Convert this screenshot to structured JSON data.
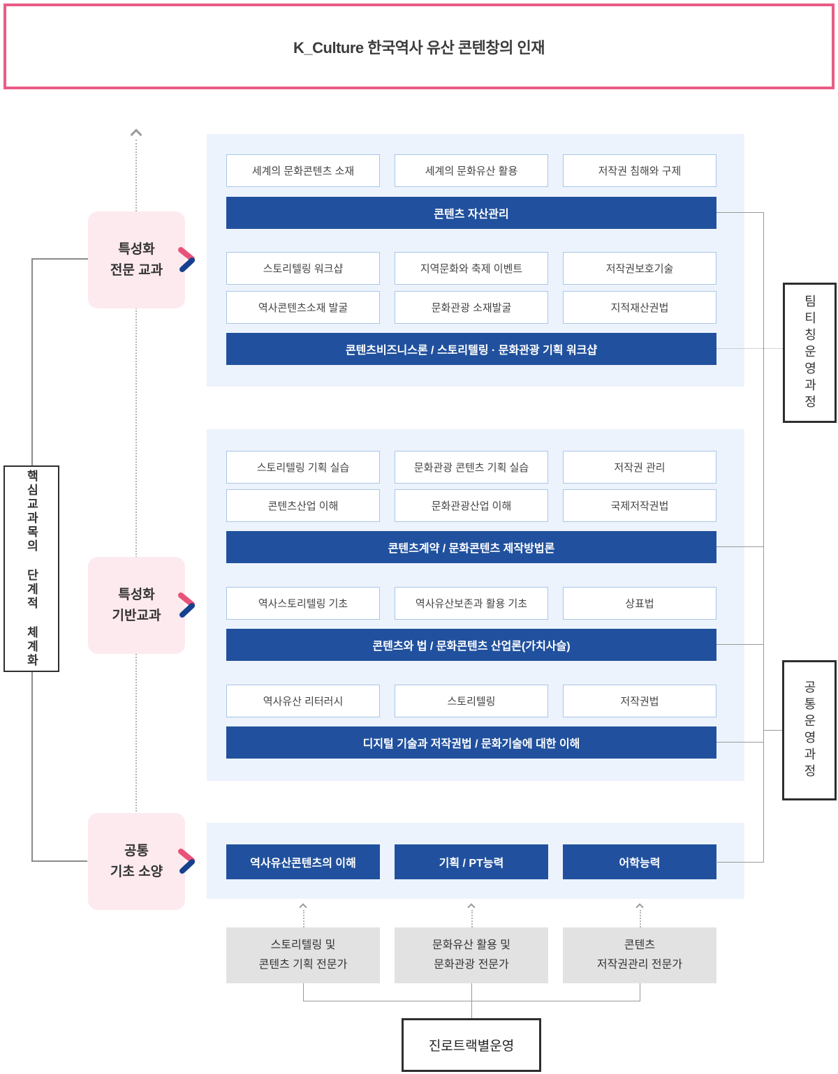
{
  "title": "K_Culture 한국역사 유산 콘텐창의 인재",
  "left_axis": {
    "label": "핵심교과목의 단계적 체계화",
    "stages": [
      {
        "label": "특성화\n전문 교과"
      },
      {
        "label": "특성화\n기반교과"
      },
      {
        "label": "공통\n기초 소양"
      }
    ]
  },
  "specialized_advanced": {
    "rows": [
      [
        "세계의 문화콘텐츠 소재",
        "세계의 문화유산 활용",
        "저작권 침해와 구제"
      ],
      [
        "스토리텔링 워크샵",
        "지역문화와 축제 이벤트",
        "저작권보호기술"
      ],
      [
        "역사콘텐츠소재 발굴",
        "문화관광 소재발굴",
        "지적재산권법"
      ]
    ],
    "banners": [
      "콘텐츠 자산관리",
      "콘텐츠비즈니스론 / 스토리텔링 · 문화관광 기획 워크샵"
    ]
  },
  "specialized_foundation": {
    "rows": [
      [
        "스토리텔링 기획 실습",
        "문화관광 콘텐츠 기획 실습",
        "저작권 관리"
      ],
      [
        "콘텐츠산업 이해",
        "문화관광산업 이해",
        "국제저작권법"
      ],
      [
        "역사스토리텔링 기초",
        "역사유산보존과 활용 기초",
        "상표법"
      ],
      [
        "역사유산 리터러시",
        "스토리텔링",
        "저작권법"
      ]
    ],
    "banners": [
      "콘텐츠계약 / 문화콘텐츠 제작방법론",
      "콘텐츠와 법 / 문화콘텐츠 산업론(가치사슬)",
      "디지털 기술과 저작권법 / 문화기술에 대한 이해"
    ]
  },
  "common_basics": {
    "boxes": [
      "역사유산콘텐츠의 이해",
      "기획 / PT능력",
      "어학능력"
    ]
  },
  "right_rail": {
    "team_teaching": "팀티칭운영과정",
    "common_operation": "공통운영과정"
  },
  "careers": {
    "tracks": [
      "스토리텔링 및\n콘텐츠 기획 전문가",
      "문화유산 활용 및\n문화관광 전문가",
      "콘텐츠\n저작권관리 전문가"
    ],
    "footer": "진로트랙별운영"
  },
  "colors": {
    "header_border_pink": "#e95c85",
    "deep_blue": "#21519e",
    "panel_blue": "#edf3fc",
    "stage_pink": "#fdeaee",
    "career_gray": "#e2e2e2",
    "chevron_pink": "#e8537a",
    "chevron_navy": "#16418e",
    "line_gray": "#999999"
  }
}
